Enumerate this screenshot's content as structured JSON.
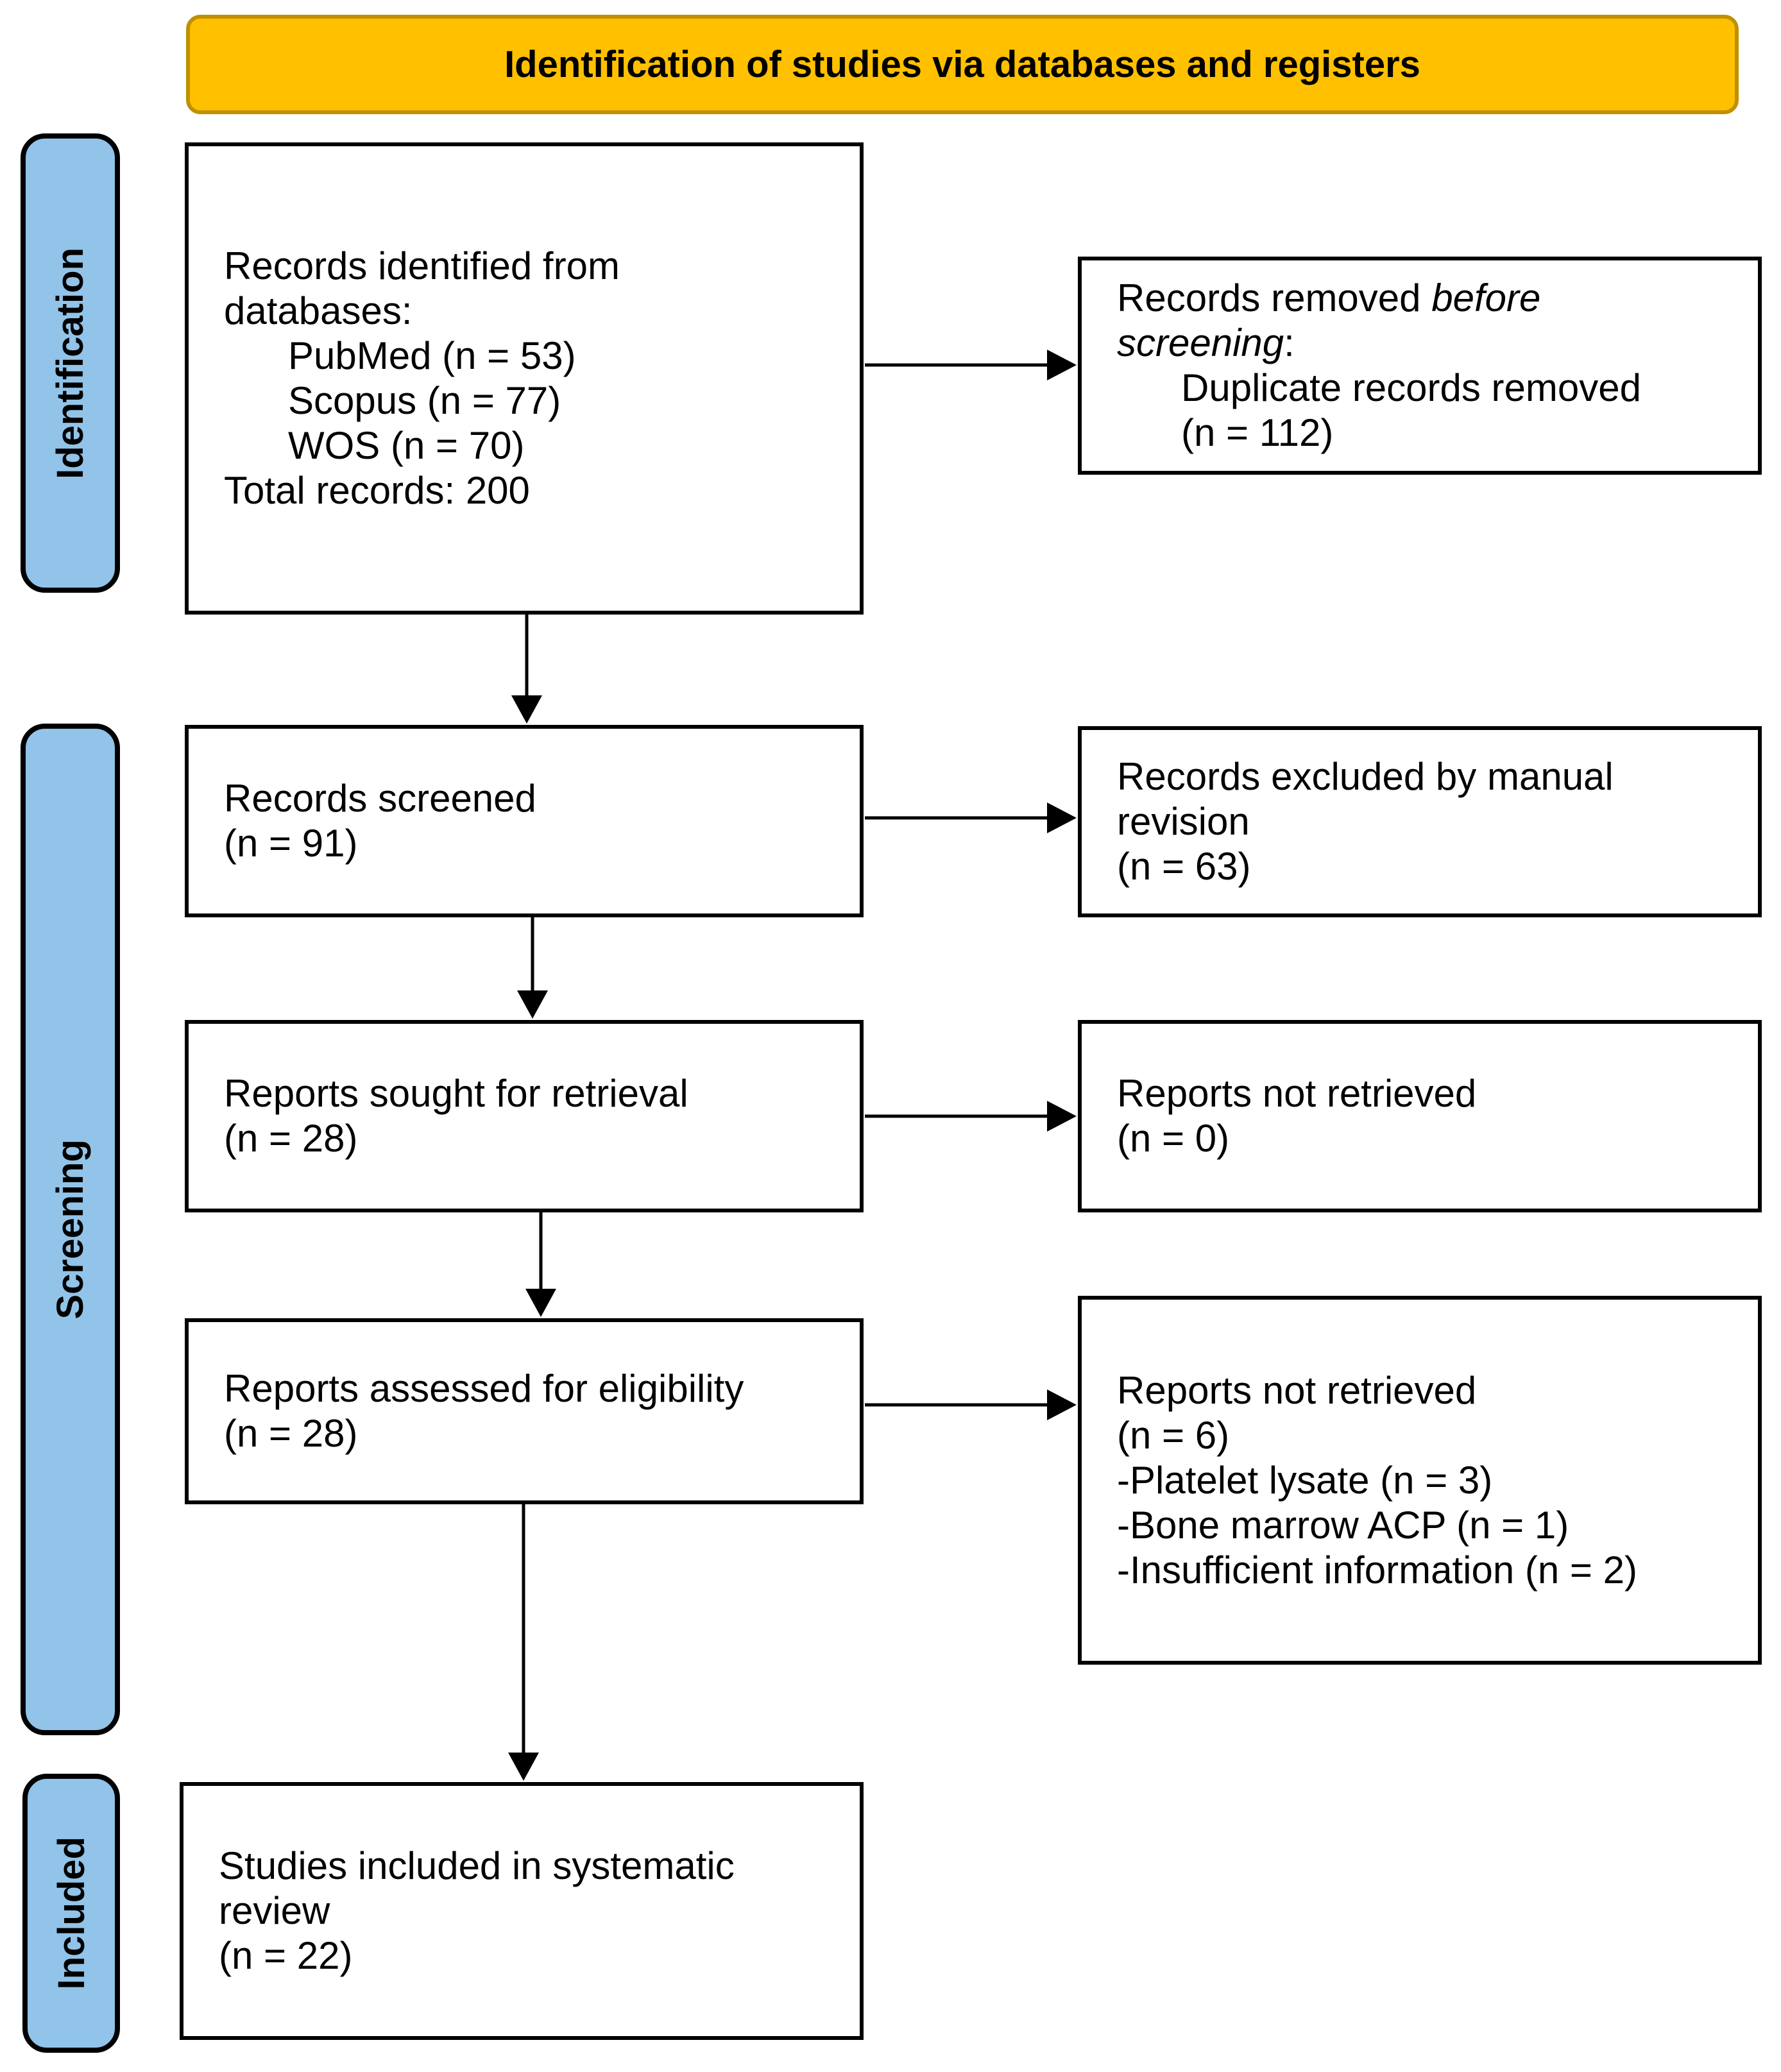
{
  "header": {
    "title": "Identification of studies via databases and registers"
  },
  "stages": {
    "identification": "Identification",
    "screening": "Screening",
    "included": "Included"
  },
  "boxes": {
    "records_identified": {
      "line1": "Records identified from",
      "line2": "databases:",
      "source1": "PubMed (n = 53)",
      "source2": "Scopus (n = 77)",
      "source3": "WOS (n = 70)",
      "total": "Total records: 200"
    },
    "records_removed": {
      "line1_text": "Records removed ",
      "line1_italic": "before",
      "line2_italic": "screening",
      "line2_text": ":",
      "detail_line1": "Duplicate records removed",
      "detail_line2": "(n = 112)"
    },
    "records_screened": {
      "line1": "Records screened",
      "line2": "(n = 91)"
    },
    "records_excluded": {
      "line1": "Records excluded by manual",
      "line2": "revision",
      "line3": "(n = 63)"
    },
    "reports_sought": {
      "line1": "Reports sought for retrieval",
      "line2": "(n = 28)"
    },
    "reports_not_retrieved": {
      "line1": "Reports not retrieved",
      "line2": "(n = 0)"
    },
    "reports_assessed": {
      "line1": "Reports assessed for eligibility",
      "line2": "(n = 28)"
    },
    "reports_excluded": {
      "line1": "Reports not retrieved",
      "line2": "(n = 6)",
      "reason1": "-Platelet lysate (n = 3)",
      "reason2": "-Bone marrow ACP (n = 1)",
      "reason3": "-Insufficient information (n = 2)"
    },
    "studies_included": {
      "line1": "Studies included in systematic",
      "line2": "review",
      "line3": "(n = 22)"
    }
  },
  "colors": {
    "background": "#FFFFFF",
    "header_fill": "#FFC000",
    "header_border": "#BF9000",
    "stage_fill": "#92C3E8",
    "stage_border": "#000000",
    "box_border": "#000000",
    "arrow": "#000000",
    "text": "#000000"
  }
}
